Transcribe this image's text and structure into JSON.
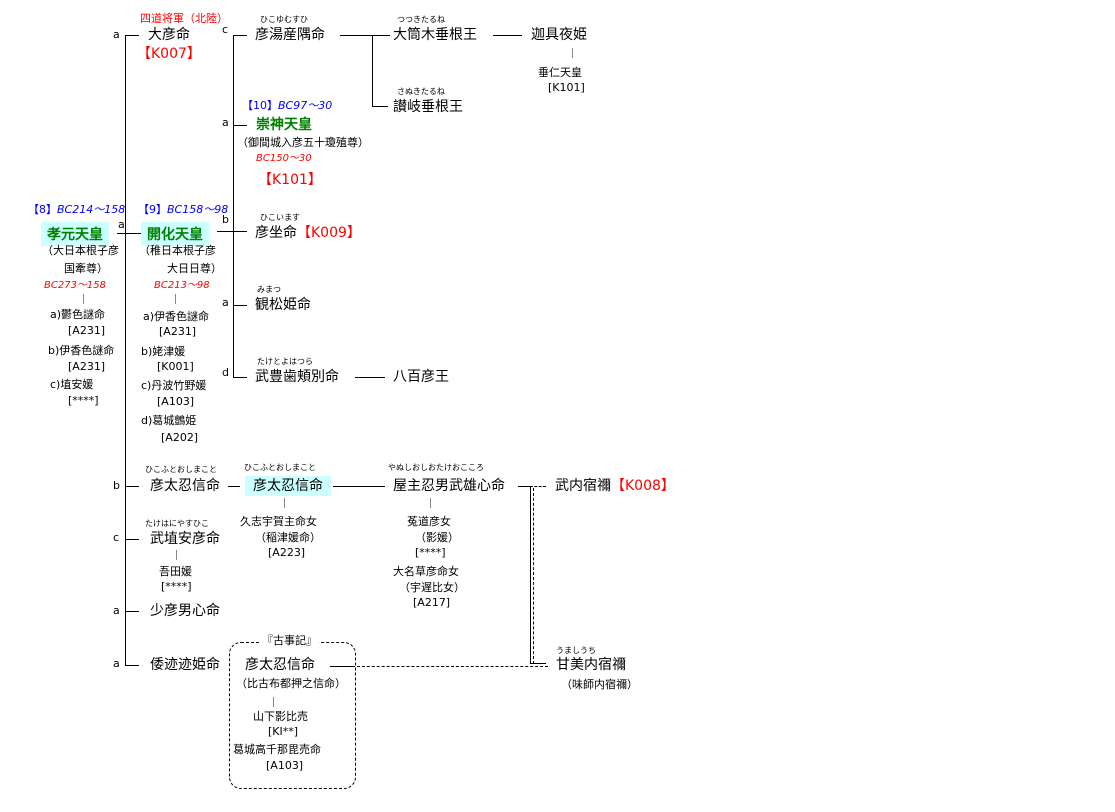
{
  "letters": {
    "a": "a",
    "b": "b",
    "c": "c",
    "d": "d"
  },
  "koogen": {
    "reign": "【8】",
    "reign_years": "BC214～158",
    "name": "孝元天皇",
    "alias1": "（大日本根子彦",
    "alias2": "国牽尊）",
    "life": "BC273～158",
    "consorts": [
      {
        "name": "a)鬱色謎命",
        "code": "[A231]"
      },
      {
        "name": "b)伊香色謎命",
        "code": "[A231]"
      },
      {
        "name": "c)埴安媛",
        "code": "[****]"
      }
    ]
  },
  "kaika": {
    "reign": "【9】",
    "reign_years": "BC158～98",
    "name": "開化天皇",
    "alias1": "（稚日本根子彦",
    "alias2": "大日日尊）",
    "life": "BC213～98",
    "consorts": [
      {
        "name": "a)伊香色謎命",
        "code": "[A231]"
      },
      {
        "name": "b)姥津媛",
        "code": "[K001]"
      },
      {
        "name": "c)丹波竹野媛",
        "code": "[A103]"
      },
      {
        "name": "d)葛城鸇姫",
        "code": "[A202]"
      }
    ]
  },
  "oohiko": {
    "title": "四道将軍（北陸）",
    "name": "大彦命",
    "code": "【K007】"
  },
  "hikoyumusu": {
    "ruby": "ひこゆむすひ",
    "name": "彦湯産隅命"
  },
  "ootsutsuki": {
    "ruby": "つつきたるね",
    "name": "大筒木垂根王"
  },
  "kaguya": {
    "name": "迦具夜姫",
    "child": "垂仁天皇",
    "code": "[K101]"
  },
  "sanuki": {
    "ruby": "さぬきたるね",
    "name": "讃岐垂根王"
  },
  "sujin": {
    "reign": "【10】",
    "reign_years": "BC97～30",
    "name": "崇神天皇",
    "alias": "（御間城入彦五十瓊殖尊）",
    "life": "BC150～30",
    "code": "【K101】"
  },
  "hikoimasu": {
    "ruby": "ひこいます",
    "name": "彦坐命",
    "code": "【K009】"
  },
  "mimatsu": {
    "ruby": "みまつ",
    "name": "観松姫命"
  },
  "taketoyo": {
    "ruby": "たけとよはつら",
    "name": "武豊歯頬別命",
    "child": "八百彦王"
  },
  "hikofuto": {
    "ruby": "ひこふとおしまこと",
    "name": "彦太忍信命"
  },
  "hikofuto2": {
    "ruby": "ひこふとおしまこと",
    "name": "彦太忍信命",
    "wife": "久志宇賀主命女",
    "wife_alias": "（稲津媛命）",
    "wife_code": "[A223]"
  },
  "yanushi": {
    "ruby": "やぬしおしおたけおこころ",
    "name": "屋主忍男武雄心命",
    "wife1": "菟道彦女",
    "wife1_alias": "（影媛）",
    "wife1_code": "[****]",
    "wife2": "大名草彦命女",
    "wife2_alias": "（宇遅比女）",
    "wife2_code": "[A217]"
  },
  "takeuchi": {
    "name": "武内宿禰",
    "code": "【K008】"
  },
  "takehaniyasu": {
    "ruby": "たけはにやすひこ",
    "name": "武埴安彦命",
    "wife": "吾田媛",
    "wife_code": "[****]"
  },
  "sukuna": {
    "name": "少彦男心命"
  },
  "yamato": {
    "name": "倭迹迹姫命"
  },
  "kojiki": {
    "title": "『古事記』",
    "name": "彦太忍信命",
    "alias": "（比古布都押之信命）",
    "wife1": "山下影比売",
    "wife1_code": "[KI**]",
    "wife2": "葛城高千那毘売命",
    "wife2_code": "[A103]"
  },
  "umashi": {
    "ruby": "うましうち",
    "name": "甘美内宿禰",
    "alias": "（味師内宿禰）"
  }
}
